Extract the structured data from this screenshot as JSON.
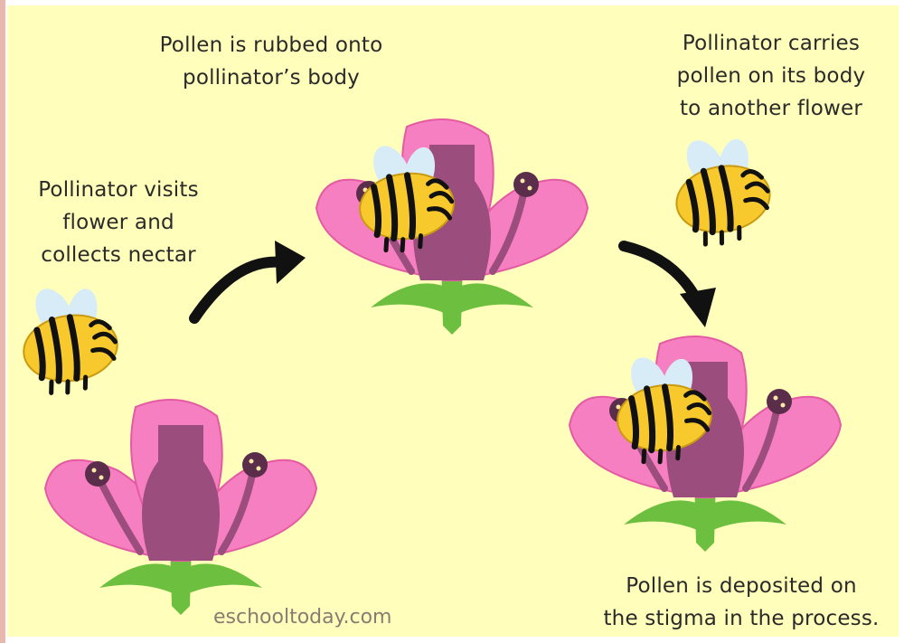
{
  "captions": {
    "step1": "Pollinator visits\nflower and\ncollects nectar",
    "step2": "Pollen is rubbed onto\npollinator’s body",
    "step3": "Pollinator carries\npollen on its body\nto another flower",
    "step4": "Pollen is deposited on\nthe stigma in the process."
  },
  "credit": "eschooltoday.com",
  "colors": {
    "background": "#ffffbb",
    "petal": "#f57fc1",
    "petal_outline": "#e45aa3",
    "pistil": "#9b4d7e",
    "stem": "#6cbf3f",
    "bee_body": "#f7c92d",
    "bee_stripe": "#111111",
    "bee_wing": "#d8ecf7",
    "arrow": "#111111"
  }
}
